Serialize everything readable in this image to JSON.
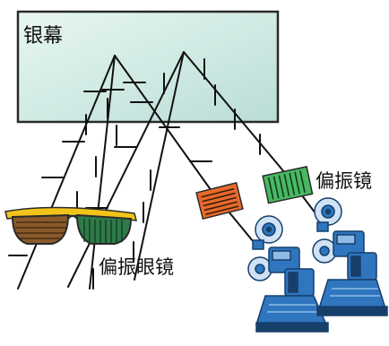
{
  "labels": {
    "screen": "银幕",
    "polarizer": "偏振镜",
    "glasses": "偏振眼镜"
  },
  "colors": {
    "screen_fill": "#cfe9e3",
    "screen_edge": "#2a2a2a",
    "left_filter": "#e86a2c",
    "right_filter": "#49b862",
    "left_lens": "#8a5a2a",
    "right_lens": "#2f7a4a",
    "glasses_frame": "#f2c419",
    "projector_body": "#2f76bf",
    "projector_dark": "#163f6a",
    "ray": "#111111"
  },
  "icons": [
    "projector-icon",
    "glasses-icon",
    "polarizer-filter-icon"
  ]
}
